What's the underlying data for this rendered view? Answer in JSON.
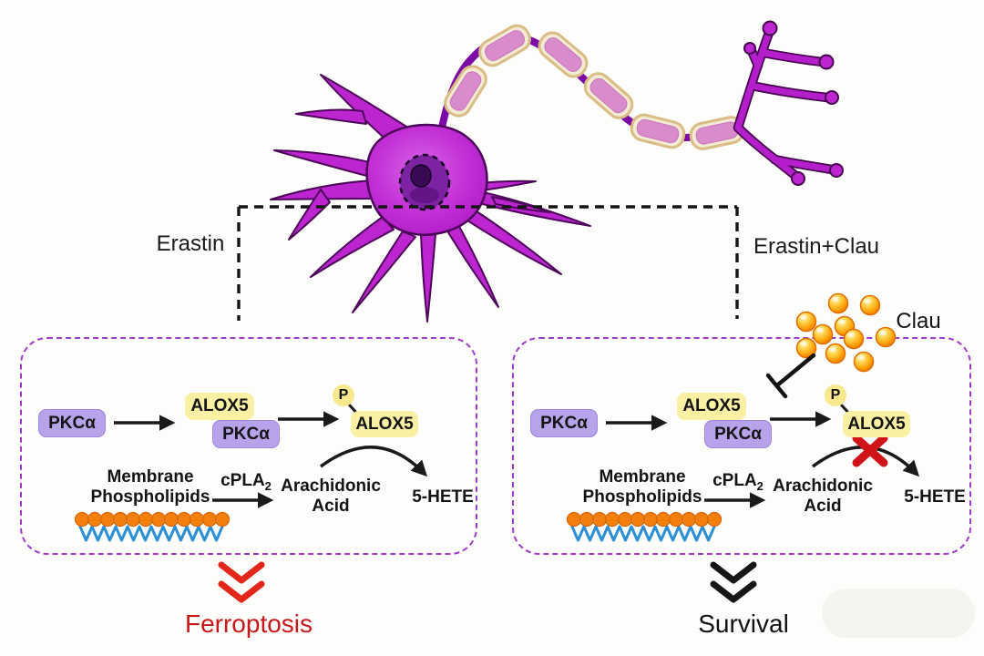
{
  "panels": {
    "left": {
      "treatment": "Erastin",
      "outcome": "Ferroptosis"
    },
    "right": {
      "treatment": "Erastin+Clau",
      "outcome": "Survival",
      "drug": "Clau"
    }
  },
  "pathway": {
    "pkca": "PKCα",
    "alox5": "ALOX5",
    "phospho": "P",
    "membrane_1": "Membrane",
    "membrane_2": "Phospholipids",
    "cpla2_base": "cPLA",
    "cpla2_sub": "2",
    "aa_1": "Arachidonic",
    "aa_2": "Acid",
    "product": "5-HETE"
  },
  "colors": {
    "neuron": "#bd25d0",
    "pkca_box": "#b6a3ea",
    "alox5_box": "#faf0a4",
    "panel_border": "#a13cc9",
    "ferroptosis_text": "#c9161a",
    "chevron_red": "#e2261a",
    "chevron_black": "#161616",
    "clau_ball": "#fb9e04",
    "inhibit_x": "#d01317",
    "membrane_head": "#f57f0d",
    "membrane_tail": "#2b8fd8"
  }
}
